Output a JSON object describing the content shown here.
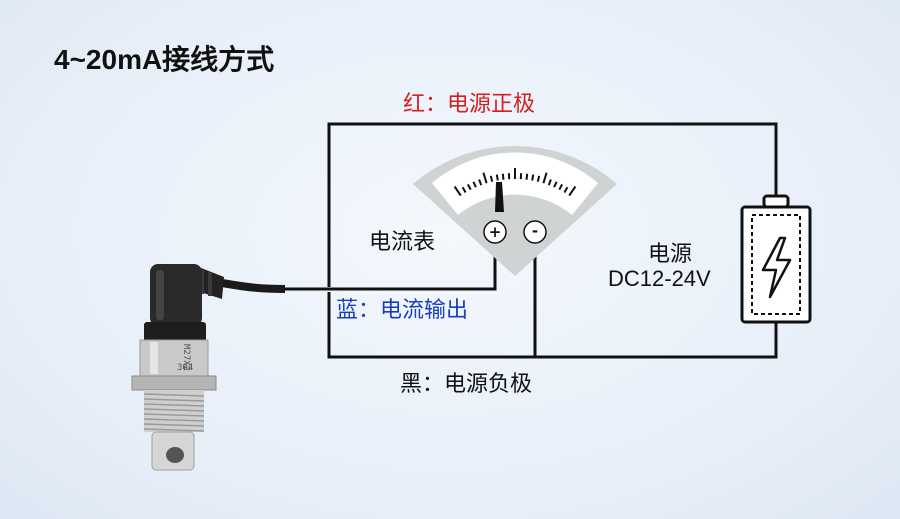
{
  "title": "4~20mA接线方式",
  "labels": {
    "red_wire": "红：电源正极",
    "blue_wire": "蓝：电流输出",
    "black_wire": "黑：电源负极",
    "meter": "电流表",
    "power_line1": "电源",
    "power_line2": "DC12-24V"
  },
  "meter": {
    "plus": "+",
    "minus": "-"
  },
  "sensor": {
    "marking_line1": "M27X2",
    "marking_line2": "304"
  },
  "colors": {
    "red_label": "#d42020",
    "blue_label": "#1a3ec0",
    "wire": "#111111"
  },
  "icons": {
    "battery": "battery-icon",
    "bolt": "lightning-bolt-icon"
  }
}
